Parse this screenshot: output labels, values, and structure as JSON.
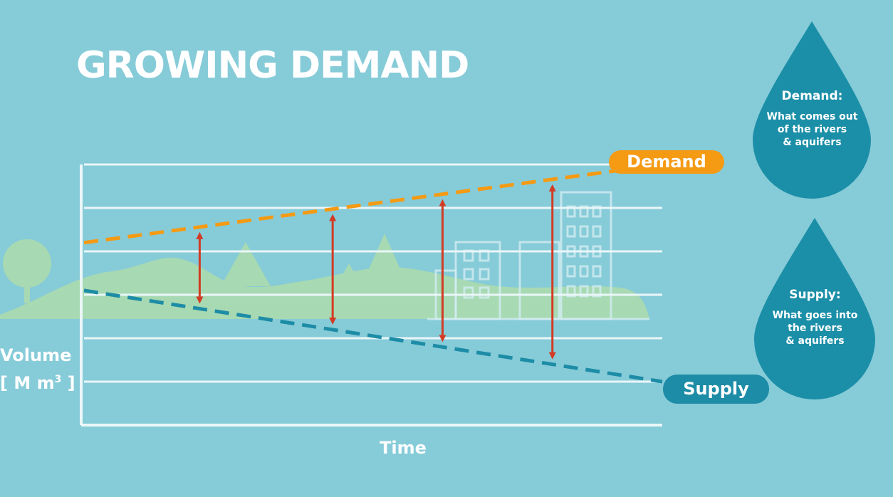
{
  "title": "GROWING DEMAND",
  "colors": {
    "background": "#86cbd8",
    "demand": "#f59a13",
    "supply": "#1d8ca6",
    "gap_arrows": "#d23b24",
    "drop": "#1c8fa8",
    "landscape": "#a7d9b2",
    "lines": "#eaf6f8"
  },
  "legend": {
    "demand_label": "Demand",
    "supply_label": "Supply"
  },
  "drops": {
    "demand": {
      "title": "Demand:",
      "line1": "What comes out",
      "line2": "of the rivers",
      "line3": "& aquifers"
    },
    "supply": {
      "title": "Supply:",
      "line1": "What goes into",
      "line2": "the rivers",
      "line3": "& aquifers"
    }
  },
  "chart_data": {
    "type": "line",
    "xlabel": "Time",
    "ylabel": "Volume",
    "yunit": "[ M m3 ]",
    "ylim": [
      0,
      6
    ],
    "xlim": [
      0,
      1
    ],
    "grid": true,
    "series": [
      {
        "name": "Demand",
        "style": "dashed",
        "x": [
          0,
          1
        ],
        "y": [
          4.2,
          6.0
        ]
      },
      {
        "name": "Supply",
        "style": "dashed",
        "x": [
          0,
          1
        ],
        "y": [
          3.1,
          1.0
        ]
      }
    ],
    "gap_arrows_x": [
      0.2,
      0.43,
      0.62,
      0.81
    ]
  }
}
